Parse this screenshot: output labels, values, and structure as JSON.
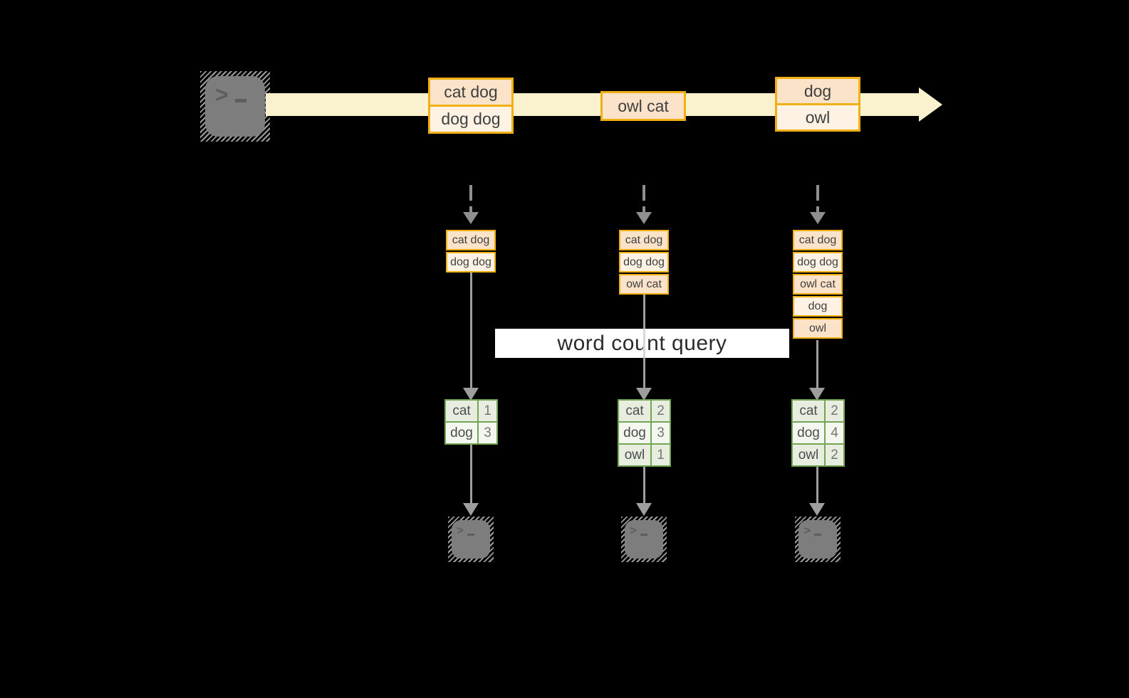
{
  "query": {
    "label": "word count query"
  },
  "terminal": {
    "prompt": ">"
  },
  "stream": {
    "batches": [
      {
        "cells": [
          "cat dog",
          "dog dog"
        ]
      },
      {
        "cells": [
          "owl cat"
        ]
      },
      {
        "cells": [
          "dog",
          "owl"
        ]
      }
    ]
  },
  "micro_batches": [
    {
      "cells": [
        "cat dog",
        "dog dog"
      ]
    },
    {
      "cells": [
        "cat dog",
        "dog dog",
        "owl cat"
      ]
    },
    {
      "cells": [
        "cat dog",
        "dog dog",
        "owl cat",
        "dog",
        "owl"
      ]
    }
  ],
  "count_tables": [
    {
      "rows": [
        {
          "word": "cat",
          "count": "1"
        },
        {
          "word": "dog",
          "count": "3"
        }
      ]
    },
    {
      "rows": [
        {
          "word": "cat",
          "count": "2"
        },
        {
          "word": "dog",
          "count": "3"
        },
        {
          "word": "owl",
          "count": "1"
        }
      ]
    },
    {
      "rows": [
        {
          "word": "cat",
          "count": "2"
        },
        {
          "word": "dog",
          "count": "4"
        },
        {
          "word": "owl",
          "count": "2"
        }
      ]
    }
  ],
  "colors": {
    "orange_border": "#F0B013",
    "peach_fill": "#FAE3C9",
    "cream_fill": "#FDF2E4",
    "stream_band": "#FAF2CF",
    "green_border": "#74A553",
    "green_fill_dark": "#E7EEE0",
    "green_fill_light": "#F4F7F0",
    "arrow_gray": "#8F8F8F",
    "terminal_gray": "#7D7D7D",
    "text": "#3C3C3C",
    "query_band_bg": "#FFFFFF"
  }
}
